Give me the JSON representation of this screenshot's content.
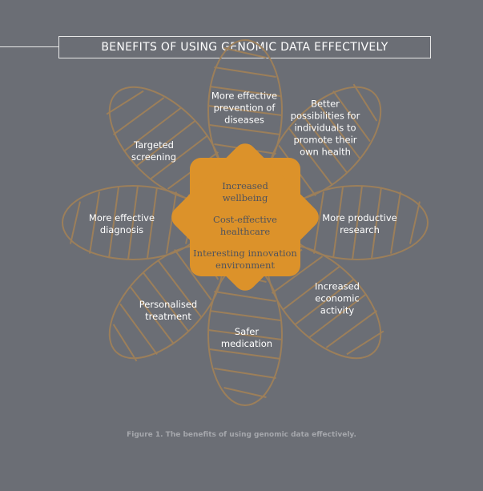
{
  "title": "BENEFITS OF USING GENOMIC DATA EFFECTIVELY",
  "colors": {
    "background": "#6b6e75",
    "accent": "#dc922a",
    "petal": "#9c7f5a",
    "center_text": "#50535c"
  },
  "benefits": [
    "More effective prevention of diseases",
    "Better possibilities for individuals to promote their own health",
    "More productive research",
    "Increased economic activity",
    "Safer medication",
    "Personalised treatment",
    "More effective diagnosis",
    "Targeted screening"
  ],
  "center": [
    "Increased wellbeing",
    "Cost-effective healthcare",
    "Interesting innovation environment"
  ],
  "caption": "Figure 1. The benefits of using genomic data effectively."
}
